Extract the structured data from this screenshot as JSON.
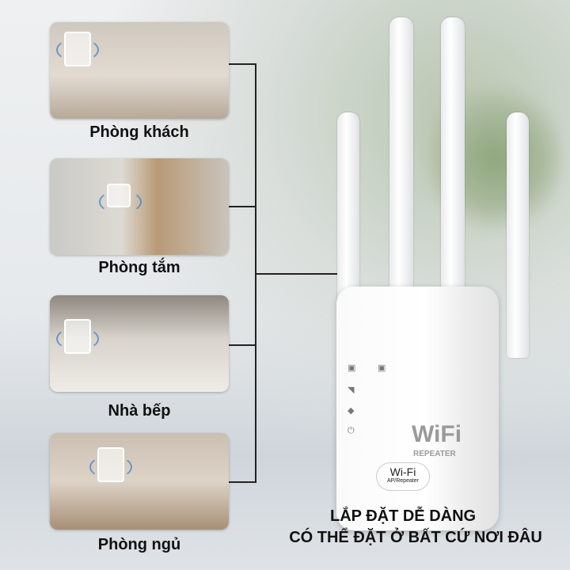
{
  "rooms": [
    {
      "label": "Phòng khách"
    },
    {
      "label": "Phòng tắm"
    },
    {
      "label": "Nhà bếp"
    },
    {
      "label": "Phòng ngủ"
    }
  ],
  "device": {
    "brand": "WiFi",
    "subtitle": "REPEATER",
    "badge_title": "Wi-Fi",
    "badge_sub": "AP/Repeater",
    "leds": [
      {
        "icon": "computer-icon",
        "glyph": "▣"
      },
      {
        "icon": "computer-icon",
        "glyph": "▣"
      },
      {
        "icon": "wifi-signal-icon",
        "glyph": "◥"
      },
      {
        "icon": "wifi-icon",
        "glyph": "◆"
      },
      {
        "icon": "power-icon",
        "glyph": "⏻"
      }
    ]
  },
  "caption": {
    "line1": "LẮP ĐẶT DỄ DÀNG",
    "line2": "CÓ THỂ ĐẶT Ở BẤT CỨ NƠI ĐÂU"
  }
}
